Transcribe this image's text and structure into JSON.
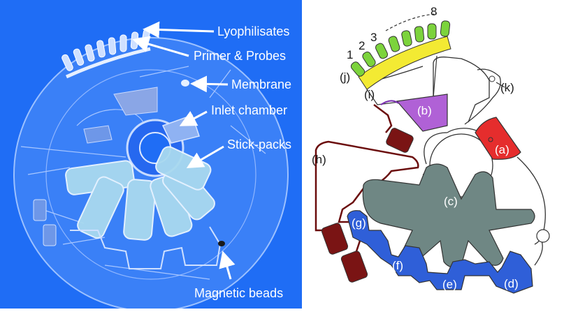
{
  "photo": {
    "labels": [
      {
        "id": "lyophilisates",
        "text": "Lyophilisates"
      },
      {
        "id": "primer",
        "text": "Primer & Probes"
      },
      {
        "id": "membrane",
        "text": "Membrane"
      },
      {
        "id": "inlet",
        "text": "Inlet chamber"
      },
      {
        "id": "stickpacks",
        "text": "Stick-packs"
      },
      {
        "id": "beads",
        "text": "Magnetic beads"
      }
    ]
  },
  "schematic": {
    "chamber_labels": {
      "a": "(a)",
      "b": "(b)",
      "c": "(c)",
      "d": "(d)",
      "e": "(e)",
      "f": "(f)",
      "g": "(g)",
      "h": "(h)",
      "i": "(i)",
      "j": "(j)",
      "k": "(k)"
    },
    "tube_numbers": [
      "1",
      "2",
      "3",
      "8"
    ]
  },
  "colors": {
    "photo_background": "#1f6df5",
    "chamber_a": "#e52d2d",
    "chamber_b": "#b061d6",
    "chamber_c": "#6f8784",
    "chambers_defg": "#2f5fd8",
    "channel_h": "#6b0d0d",
    "stick_packs_brown": "#7a1414",
    "tubes_green": "#7cd33c",
    "manifold_yellow": "#f3ea33"
  }
}
